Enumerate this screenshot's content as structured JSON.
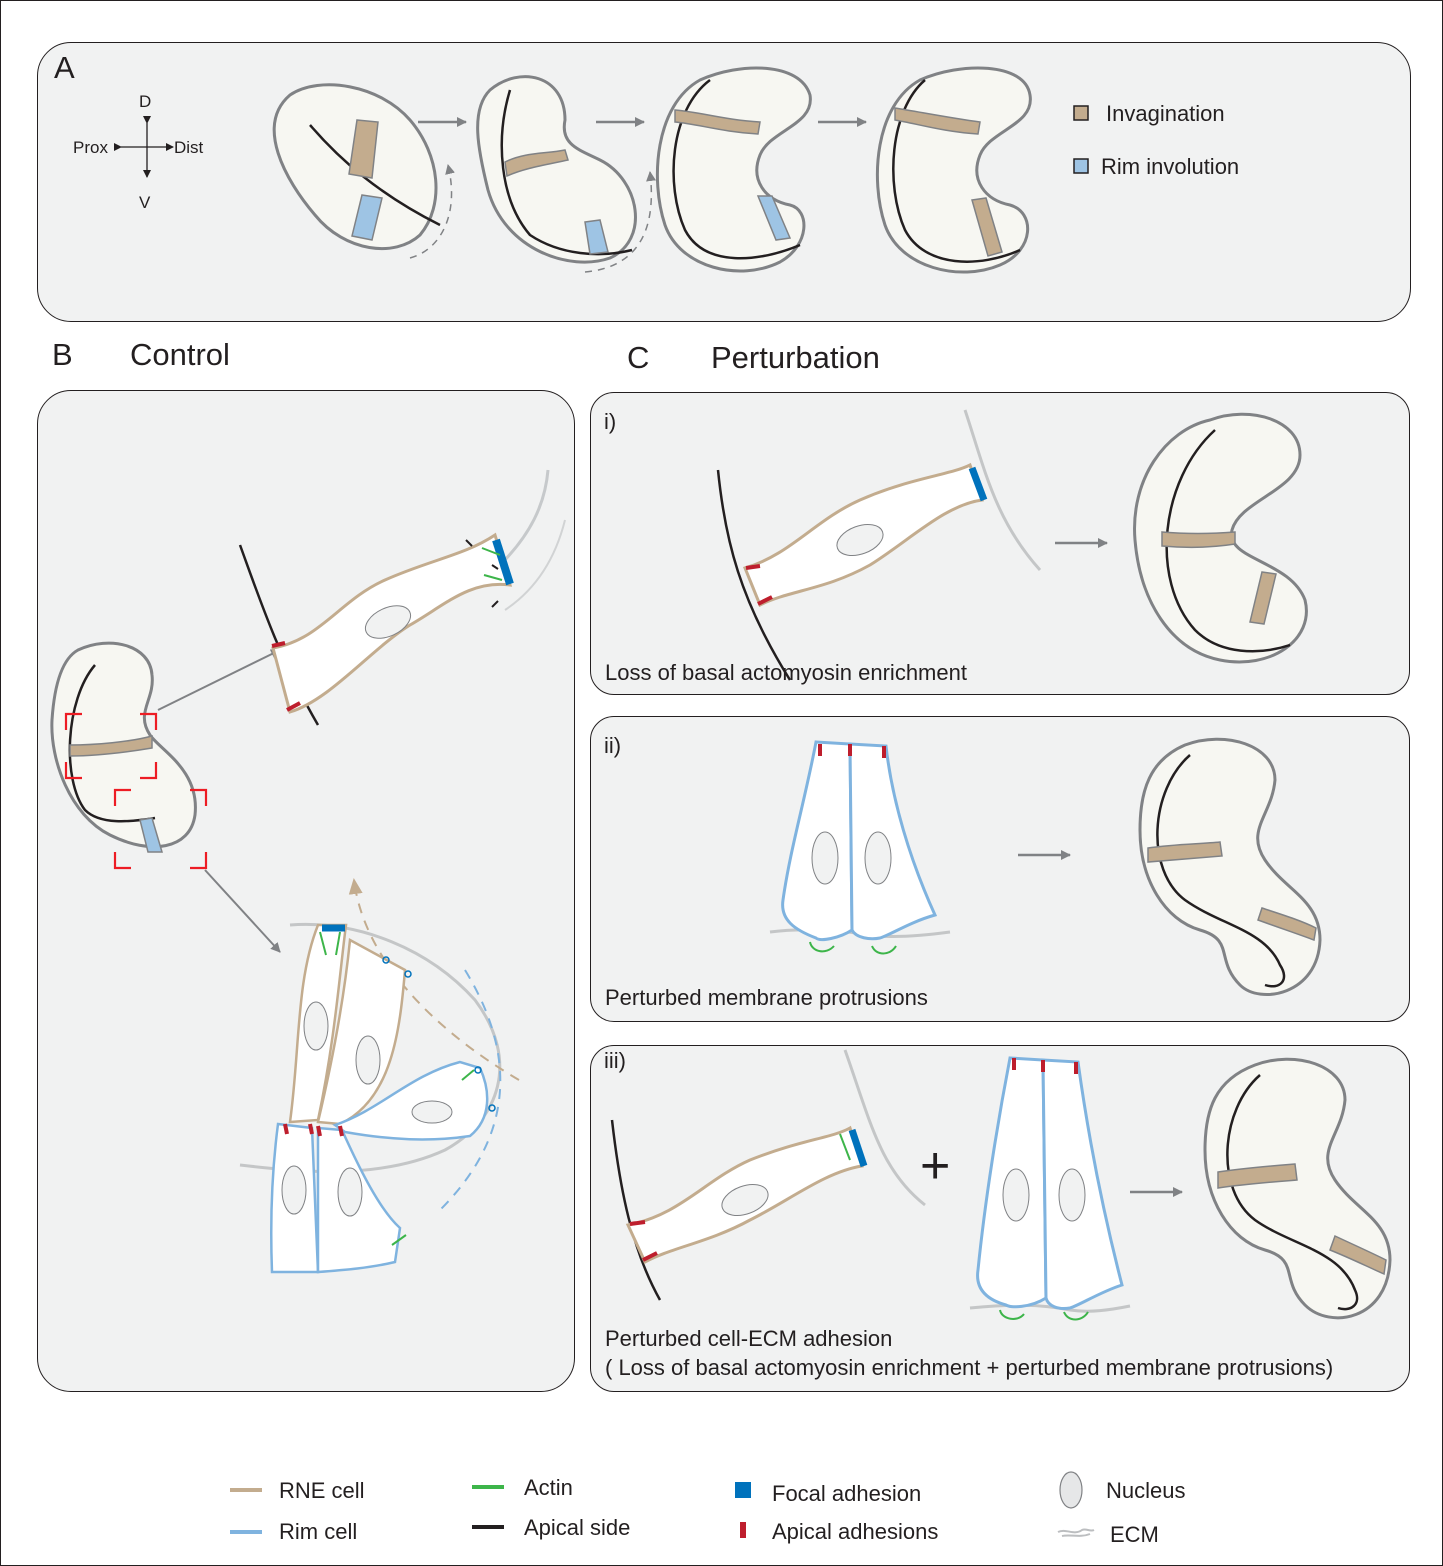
{
  "panel_a": {
    "letter": "A",
    "axes": {
      "dorsal": "D",
      "ventral": "V",
      "proximal": "Prox",
      "distal": "Dist"
    },
    "legend": [
      {
        "label": "Invagination",
        "color": "#c3ac8e"
      },
      {
        "label": "Rim involution",
        "color": "#9ec4e4"
      }
    ]
  },
  "panel_b": {
    "letter": "B",
    "title": "Control"
  },
  "panel_c": {
    "letter": "C",
    "title": "Perturbation",
    "subpanels": [
      {
        "id": "i)",
        "caption": "Loss of basal actomyosin enrichment"
      },
      {
        "id": "ii)",
        "caption": "Perturbed membrane protrusions"
      },
      {
        "id": "iii)",
        "caption": "Perturbed cell-ECM adhesion",
        "caption2": "( Loss of basal actomyosin enrichment + perturbed membrane protrusions)",
        "plus": "+"
      }
    ]
  },
  "legend": [
    {
      "label": "RNE cell",
      "icon": "line",
      "color": "#c3ac8e"
    },
    {
      "label": "Rim cell",
      "icon": "line",
      "color": "#7fb3df"
    },
    {
      "label": "Actin",
      "icon": "line",
      "color": "#3db54a"
    },
    {
      "label": "Apical side",
      "icon": "line",
      "color": "#231f20"
    },
    {
      "label": "Focal adhesion",
      "icon": "square",
      "color": "#0072bc"
    },
    {
      "label": "Apical adhesions",
      "icon": "bar",
      "color": "#be1e2d"
    },
    {
      "label": "Nucleus",
      "icon": "ellipse",
      "color": "#e6e7e8"
    },
    {
      "label": "ECM",
      "icon": "scribble",
      "color": "#bcbec0"
    }
  ]
}
